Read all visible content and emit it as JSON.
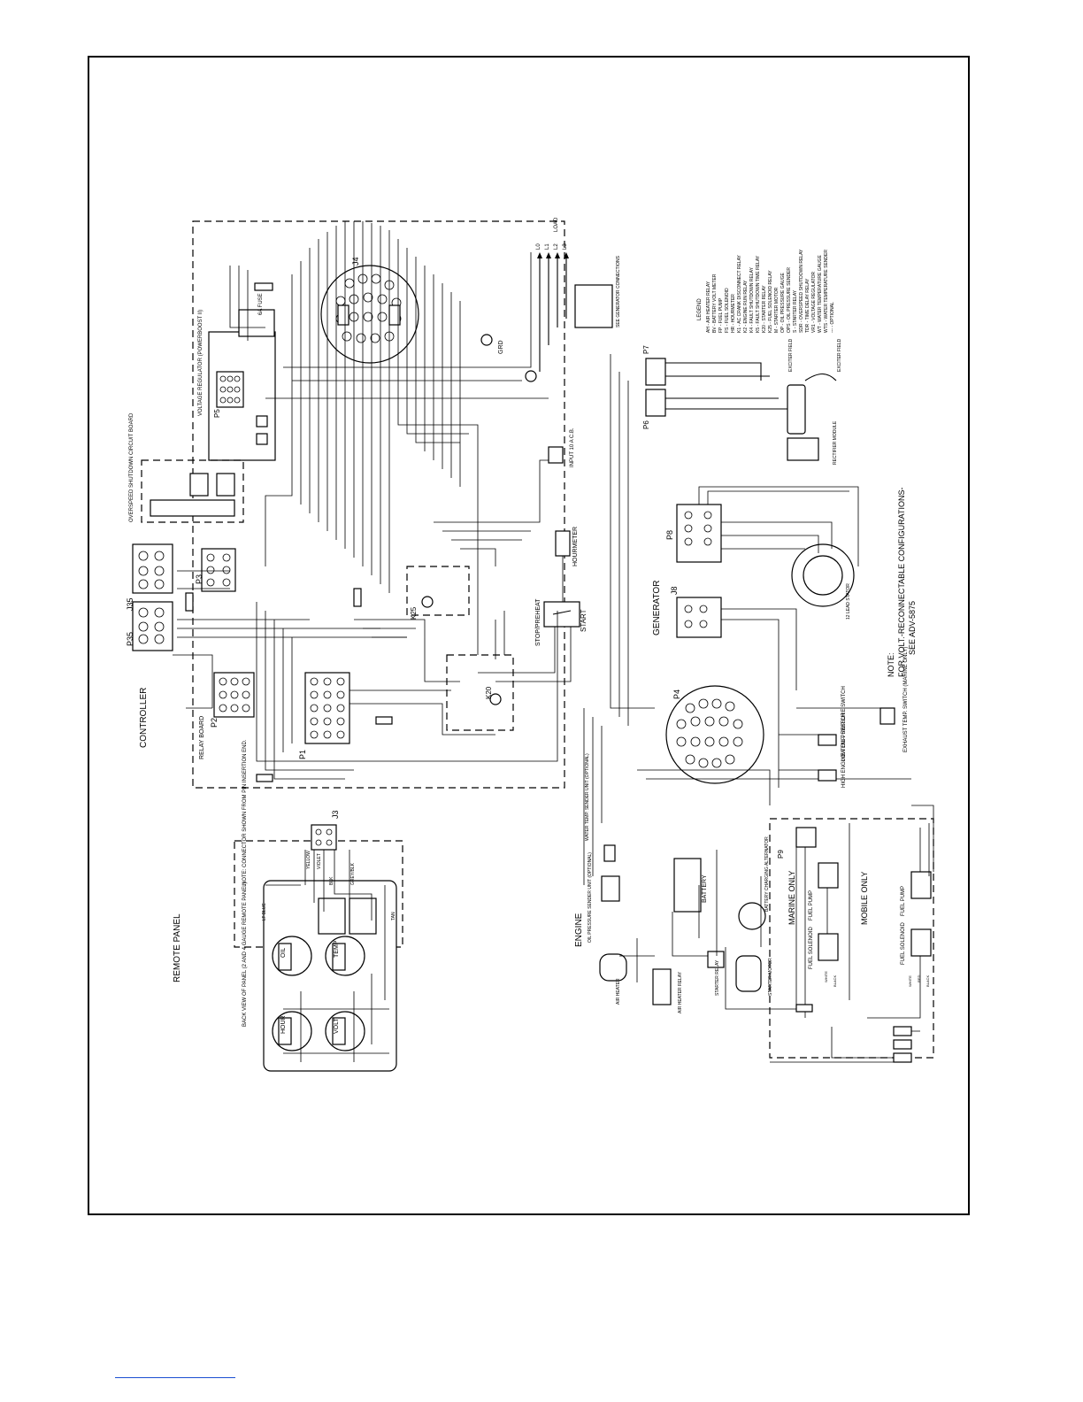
{
  "sections": {
    "controller": "CONTROLLER",
    "remote_panel": "REMOTE PANEL",
    "engine": "ENGINE",
    "generator": "GENERATOR",
    "marine_only": "MARINE ONLY",
    "mobile_only": "MOBILE ONLY"
  },
  "components": {
    "relay_board": "RELAY BOARD",
    "voltage_regulator": "VOLTAGE REGULATOR (POWERBOOST II)",
    "overspeed_board": "OVERSPEED SHUTDOWN CIRCUIT BOARD",
    "hourmeter": "HOURMETER",
    "start": "START",
    "stop_preheat": "STOP/PREHEAT",
    "input_cb": "INPUT 10 A C.B.",
    "grd": "GRD",
    "fuse": "6A FUSE",
    "battery": "BATTERY",
    "battery_alternator": "BATTERY CHARGING ALTERNATOR",
    "starter_relay": "STARTER RELAY",
    "starter_motor": "STARTER MOTOR",
    "air_heater": "AIR HEATER",
    "air_heater_relay": "AIR HEATER RELAY",
    "fuel_pump": "FUEL PUMP",
    "fuel_solenoid": "FUEL SOLENOID",
    "low_oil_pressure_switch": "LOW OIL PRESSURE SWITCH",
    "high_engine_temp_switch": "HIGH ENGINE TEMP. SWITCH",
    "exhaust_temp_switch": "EXHAUST TEMP. SWITCH (MARINE ONLY)",
    "water_temp_sender": "WATER TEMP. SENDER UNIT (OPTIONAL)",
    "oil_pressure_sender": "OIL PRESSURE SENDER UNIT (OPTIONAL)",
    "exciter_field": "EXCITER FIELD",
    "rectifier_module": "RECTIFIER MODULE",
    "stator": "12 LEAD STATOR",
    "gen_connections": "SEE GENERATOR CONNECTIONS",
    "back_view": "BACK VIEW OF PANEL (2 AND 4 GAUGE REMOTE PANEL)",
    "connector_note": "NOTE: CONNECTOR SHOWN FROM PIN INSERTION END."
  },
  "connectors": [
    "P1",
    "P2",
    "P3",
    "J4",
    "P5",
    "P6",
    "P7",
    "P8",
    "P9",
    "J35",
    "P35",
    "J3",
    "J8",
    "P4",
    "K20",
    "K25"
  ],
  "load_leads": [
    "L0",
    "L1",
    "L2",
    "L3",
    "LOAD"
  ],
  "gauges": [
    "HOUR",
    "VOLT",
    "OIL",
    "TEMP"
  ],
  "wire_colors": [
    "YELLOW",
    "VIOLET",
    "BLK",
    "GREY/BLK",
    "LT BLUE",
    "TAN",
    "WHITE",
    "RED",
    "BLACK"
  ],
  "note": "NOTE:\nFOR VOLT.-RECONNECTABLE CONFIGURATIONS-\nSEE ADV-5875",
  "legend": {
    "title": "LEGEND",
    "items": [
      "AH - AIR HEATER RELAY",
      "BV - BATTERY VOLT METER",
      "FP - FUEL PUMP",
      "FS - FUEL SOLENOID",
      "HR - HOURMETER",
      "K1 - AC CRANK DISCONNECT RELAY",
      "K2 - ENGINE RUN RELAY",
      "K4 - FAULT SHUTDOWN RELAY",
      "K5 - FAULT SHUTDOWN TIME RELAY",
      "K20 - STARTER RELAY",
      "K25 - FUEL SOLENOID RELAY",
      "M - STARTER MOTOR",
      "OP - OIL PRESSURE GAUGE",
      "OPS - OIL PRESSURE SENDER",
      "S - STARTER RELAY",
      "SDR - OVERSPEED SHUTDOWN RELAY",
      "TDR - TIME DELAY RELAY",
      "VR1 - VOLTAGE REGULATOR",
      "WT - WATER TEMPERATURE GAUGE",
      "WTS - WATER TEMPERATURE SENDER",
      "--- - OPTIONAL"
    ]
  },
  "colors": {
    "ink": "#000000",
    "paper": "#ffffff",
    "footer_rule": "#1a4fd1"
  }
}
